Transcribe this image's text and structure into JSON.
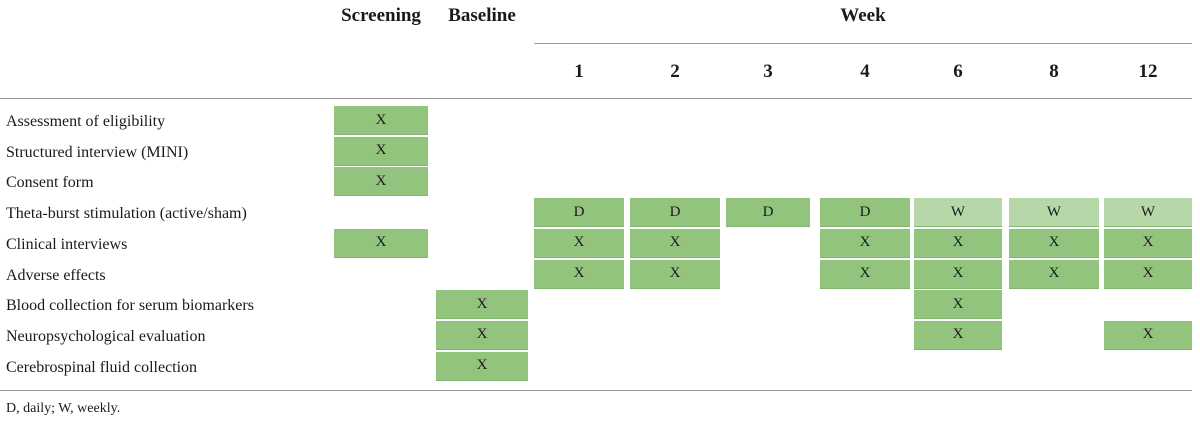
{
  "header": {
    "screening": "Screening",
    "baseline": "Baseline",
    "week": "Week",
    "weeks": [
      "1",
      "2",
      "3",
      "4",
      "6",
      "8",
      "12"
    ]
  },
  "colors": {
    "cell_green": "#93c47d",
    "cell_light_green": "#b6d7a8"
  },
  "rows": [
    {
      "label": "Assessment of eligibility",
      "cells": [
        "X",
        "",
        "",
        "",
        "",
        "",
        "",
        "",
        ""
      ]
    },
    {
      "label": "Structured interview (MINI)",
      "cells": [
        "X",
        "",
        "",
        "",
        "",
        "",
        "",
        "",
        ""
      ]
    },
    {
      "label": "Consent form",
      "cells": [
        "X",
        "",
        "",
        "",
        "",
        "",
        "",
        "",
        ""
      ]
    },
    {
      "label": "Theta-burst stimulation (active/sham)",
      "cells": [
        "",
        "",
        "D",
        "D",
        "D",
        "D",
        "W",
        "W",
        "W"
      ]
    },
    {
      "label": "Clinical interviews",
      "cells": [
        "X",
        "",
        "X",
        "X",
        "",
        "X",
        "X",
        "X",
        "X"
      ]
    },
    {
      "label": "Adverse effects",
      "cells": [
        "",
        "",
        "X",
        "X",
        "",
        "X",
        "X",
        "X",
        "X"
      ]
    },
    {
      "label": "Blood collection for serum biomarkers",
      "cells": [
        "",
        "X",
        "",
        "",
        "",
        "",
        "X",
        "",
        ""
      ]
    },
    {
      "label": "Neuropsychological evaluation",
      "cells": [
        "",
        "X",
        "",
        "",
        "",
        "",
        "X",
        "",
        "X"
      ]
    },
    {
      "label": "Cerebrospinal fluid collection",
      "cells": [
        "",
        "X",
        "",
        "",
        "",
        "",
        "",
        "",
        ""
      ]
    }
  ],
  "footnote": "D, daily; W, weekly."
}
